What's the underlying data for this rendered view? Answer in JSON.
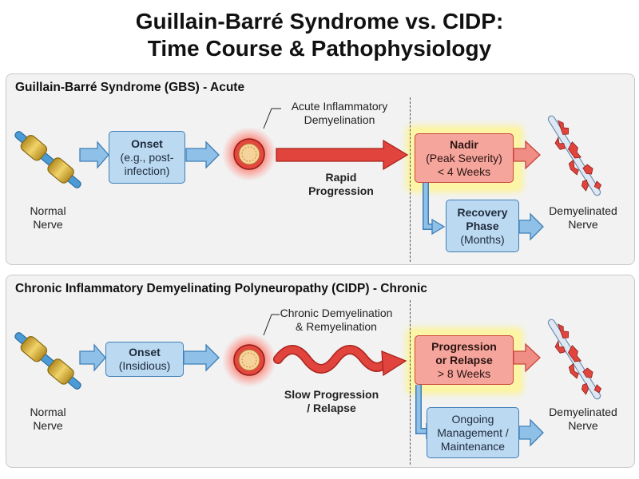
{
  "title_line1": "Guillain-Barré Syndrome vs. CIDP:",
  "title_line2": "Time Course & Pathophysiology",
  "gbs": {
    "header": "Guillain-Barré Syndrome (GBS) - Acute",
    "normal_nerve": [
      "Normal",
      "Nerve"
    ],
    "onset": [
      "Onset",
      "(e.g., post-",
      "infection)"
    ],
    "inflammation_label": [
      "Acute Inflammatory",
      "Demyelination"
    ],
    "progression": [
      "Rapid",
      "Progression"
    ],
    "nadir": [
      "Nadir",
      "(Peak Severity)",
      "< 4 Weeks"
    ],
    "recovery": [
      "Recovery",
      "Phase",
      "(Months)"
    ],
    "demyelinated": [
      "Demyelinated",
      "Nerve"
    ]
  },
  "cidp": {
    "header": "Chronic Inflammatory Demyelinating Polyneuropathy (CIDP) - Chronic",
    "normal_nerve": [
      "Normal",
      "Nerve"
    ],
    "onset": [
      "Onset",
      "(Insidious)"
    ],
    "inflammation_label": [
      "Chronic Demyelination",
      "& Remyelination"
    ],
    "progression": [
      "Slow Progression",
      "/ Relapse"
    ],
    "relapse": [
      "Progression",
      "or Relapse",
      "> 8 Weeks"
    ],
    "management": [
      "Ongoing",
      "Management /",
      "Maintenance"
    ],
    "demyelinated": [
      "Demyelinated",
      "Nerve"
    ]
  },
  "colors": {
    "blue_box": "#bcd9f2",
    "blue_border": "#3f7fb6",
    "red_box": "#f6a59c",
    "red_arrow": "#e0443c",
    "highlight": "#fbf5a5",
    "panel_bg": "#f2f2f2"
  }
}
